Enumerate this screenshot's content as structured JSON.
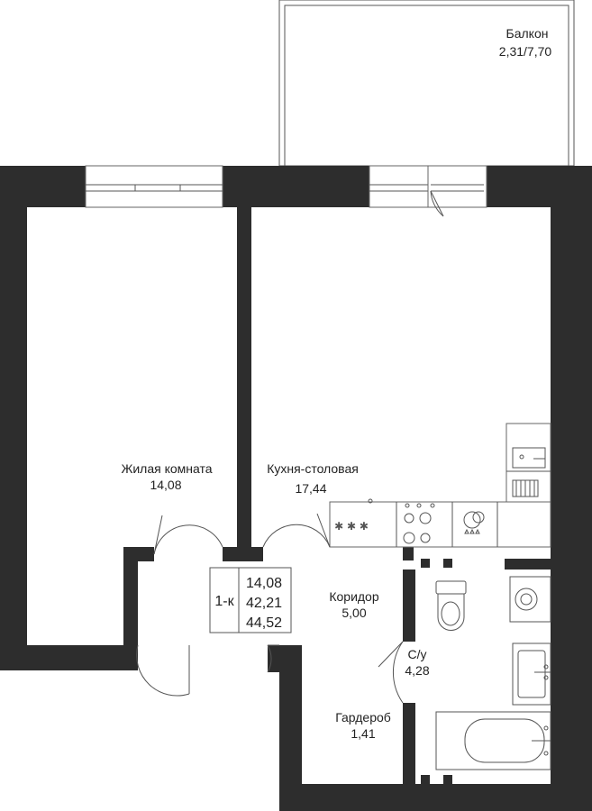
{
  "colors": {
    "wall": "#2d2d2d",
    "line": "#555555",
    "text": "#222222",
    "background": "#ffffff"
  },
  "rooms": {
    "balcony": {
      "name": "Балкон",
      "area": "2,31/7,70"
    },
    "living": {
      "name": "Жилая комната",
      "area": "14,08"
    },
    "kitchen": {
      "name": "Кухня-столовая",
      "area": "17,44"
    },
    "corridor": {
      "name": "Коридор",
      "area": "5,00"
    },
    "bathroom": {
      "name": "С/у",
      "area": "4,28"
    },
    "wardrobe": {
      "name": "Гардероб",
      "area": "1,41"
    }
  },
  "summary": {
    "type": "1-к",
    "living_area": "14,08",
    "total_area": "42,21",
    "total_with_balcony": "44,52"
  },
  "icons": [
    "stove-icon",
    "sink-icon",
    "washing-machine-icon",
    "toilet-icon",
    "bathtub-icon",
    "door-icon",
    "window-icon"
  ]
}
